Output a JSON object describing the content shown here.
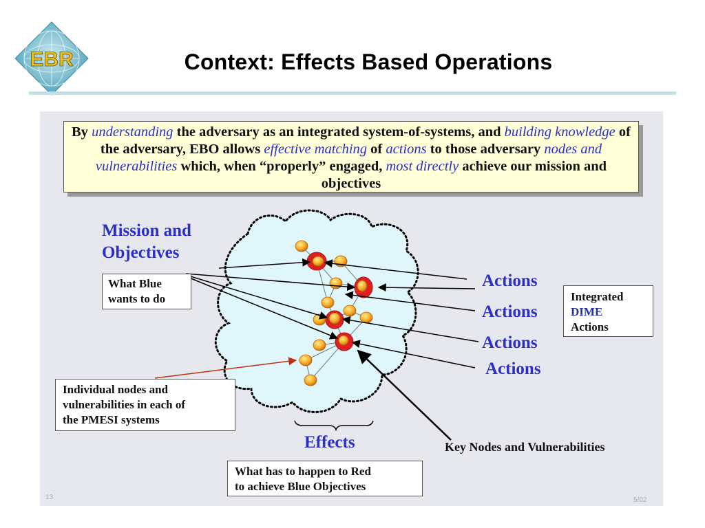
{
  "title": "Context: Effects Based Operations",
  "logo": {
    "text": "EBR"
  },
  "intro": {
    "t1": "By ",
    "e1": "understanding",
    "t2": " the adversary as an integrated system-of-systems, and ",
    "e2": "building knowledge",
    "t3": " of the adversary, EBO allows ",
    "e3": "effective matching",
    "t4": " of ",
    "e4": "actions",
    "t5": " to those adversary ",
    "e5": "nodes and vulnerabilities",
    "t6": " which, when “properly” engaged, ",
    "e6": "most directly",
    "t7": " achieve our mission and objectives"
  },
  "mission": {
    "line1": "Mission and",
    "line2": "Objectives"
  },
  "blue_box": {
    "line1": "What Blue",
    "line2": "wants to do"
  },
  "nodes_box": {
    "line1": "Individual nodes and",
    "line2": "vulnerabilities in each of",
    "line3": "the PMESI systems"
  },
  "actions": [
    "Actions",
    "Actions",
    "Actions",
    "Actions"
  ],
  "dime_box": {
    "line1": "Integrated",
    "line2": "DIME",
    "line3": "Actions"
  },
  "effects": "Effects",
  "red_box": {
    "line1": "What has to happen to Red",
    "line2": "to achieve Blue Objectives"
  },
  "key_nodes": "Key Nodes and Vulnerabilities",
  "footer": {
    "page": "13",
    "date": "5/02"
  },
  "colors": {
    "accent_blue": "#2b2fc8",
    "cloud_fill": "#dff6fb",
    "node_orange": "#f0a020",
    "key_node_red": "#e02020",
    "highlight_box": "#ffffd8"
  }
}
